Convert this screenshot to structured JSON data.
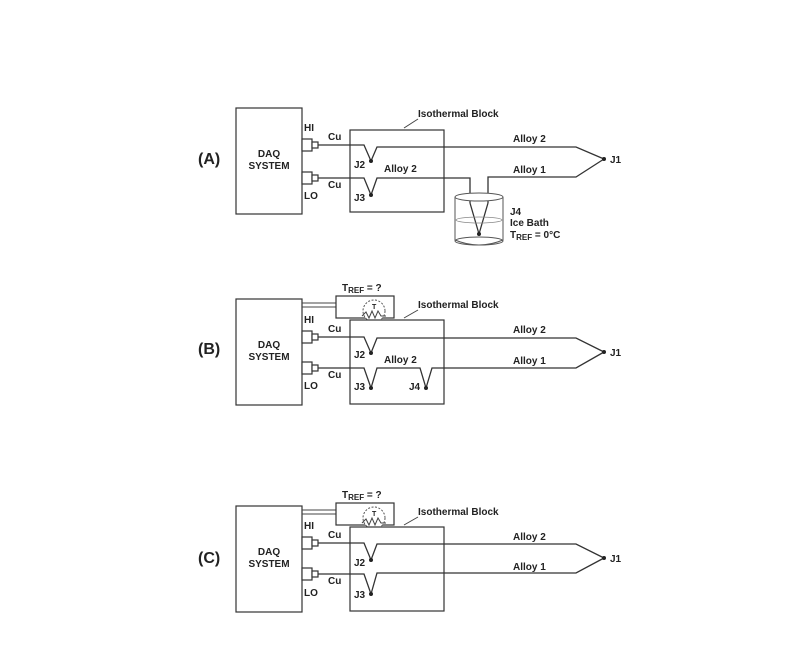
{
  "labels": {
    "panel_a": "(A)",
    "panel_b": "(B)",
    "panel_c": "(C)",
    "daq_line1": "DAQ",
    "daq_line2": "SYSTEM",
    "hi": "HI",
    "lo": "LO",
    "cu": "Cu",
    "isothermal_block": "Isothermal Block",
    "alloy_1": "Alloy 1",
    "alloy_2": "Alloy 2",
    "j1": "J1",
    "j2": "J2",
    "j3": "J3",
    "j4": "J4",
    "ice_bath": "Ice Bath",
    "tref_main": "T",
    "tref_sub": "REF",
    "tref_zero": " = 0°C",
    "tref_unknown": " = ?",
    "thermistor_symbol": "T"
  }
}
